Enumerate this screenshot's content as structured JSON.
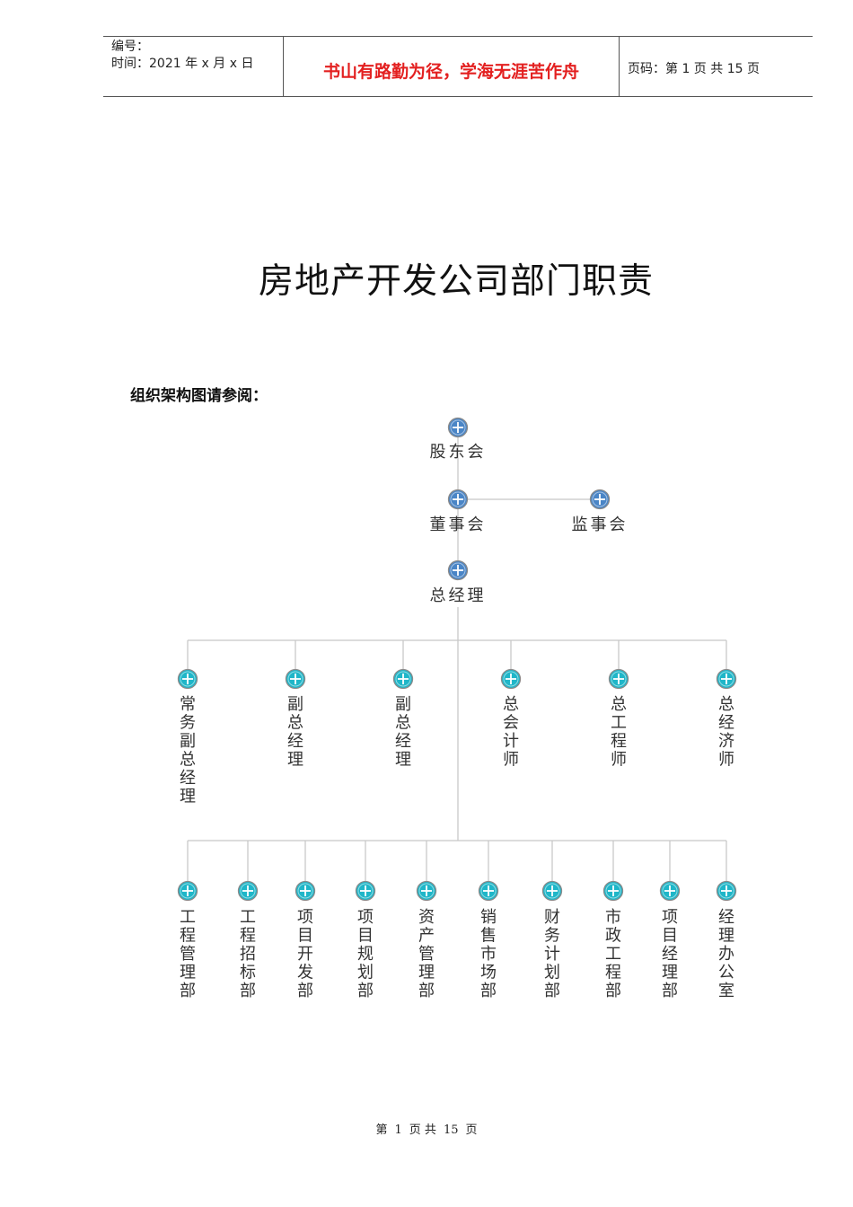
{
  "header": {
    "number_label": "编号：",
    "date_line": "时间：2021 年 x 月 x 日",
    "motto": "书山有路勤为径，学海无涯苦作舟",
    "page_info": "页码：第 1 页  共 15 页"
  },
  "title": "房地产开发公司部门职责",
  "subtitle": "组织架构图请参阅：",
  "org": {
    "shareholders": "股东会",
    "board": "董事会",
    "supervisors": "监事会",
    "gm": "总经理",
    "executives": [
      "常务副总经理",
      "副总经理",
      "副总经理",
      "总会计师",
      "总工程师",
      "总经济师"
    ],
    "departments": [
      "工程管理部",
      "工程招标部",
      "项目开发部",
      "项目规划部",
      "资产管理部",
      "销售市场部",
      "财务计划部",
      "市政工程部",
      "项目经理部",
      "经理办公室"
    ],
    "colors": {
      "node_blue": "#4a85c6",
      "node_teal": "#1fb6c8",
      "line": "#c8c8c8",
      "text": "#333333"
    }
  },
  "footer": {
    "prefix": "第",
    "page": "1",
    "mid": "页  共",
    "total": "15",
    "suffix": "页"
  }
}
